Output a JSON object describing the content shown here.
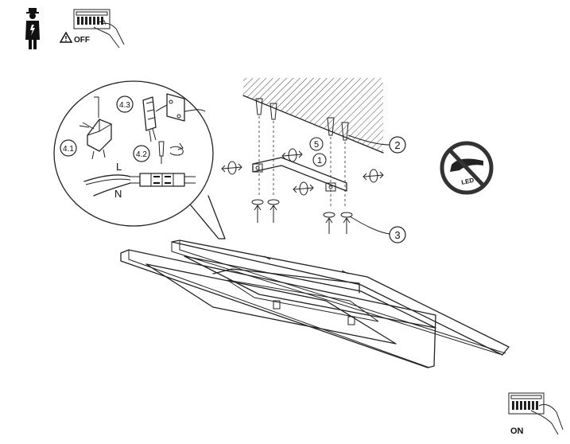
{
  "power_off": {
    "text": "OFF",
    "icons": [
      "electrician-icon",
      "warning-triangle-icon",
      "circuit-breaker-icon"
    ]
  },
  "power_on": {
    "text": "ON",
    "icons": [
      "circuit-breaker-icon"
    ]
  },
  "no_led_replace": {
    "text": "LED",
    "icon": "no-touch-led-icon"
  },
  "wiring_detail": {
    "steps": [
      "4.1",
      "4.2",
      "4.3"
    ],
    "wire_live": "L",
    "wire_neutral": "N"
  },
  "callouts": [
    "1",
    "2",
    "3",
    "5"
  ],
  "colors": {
    "line": "#222222",
    "background": "#ffffff",
    "prohibition_gray": "#555555"
  }
}
